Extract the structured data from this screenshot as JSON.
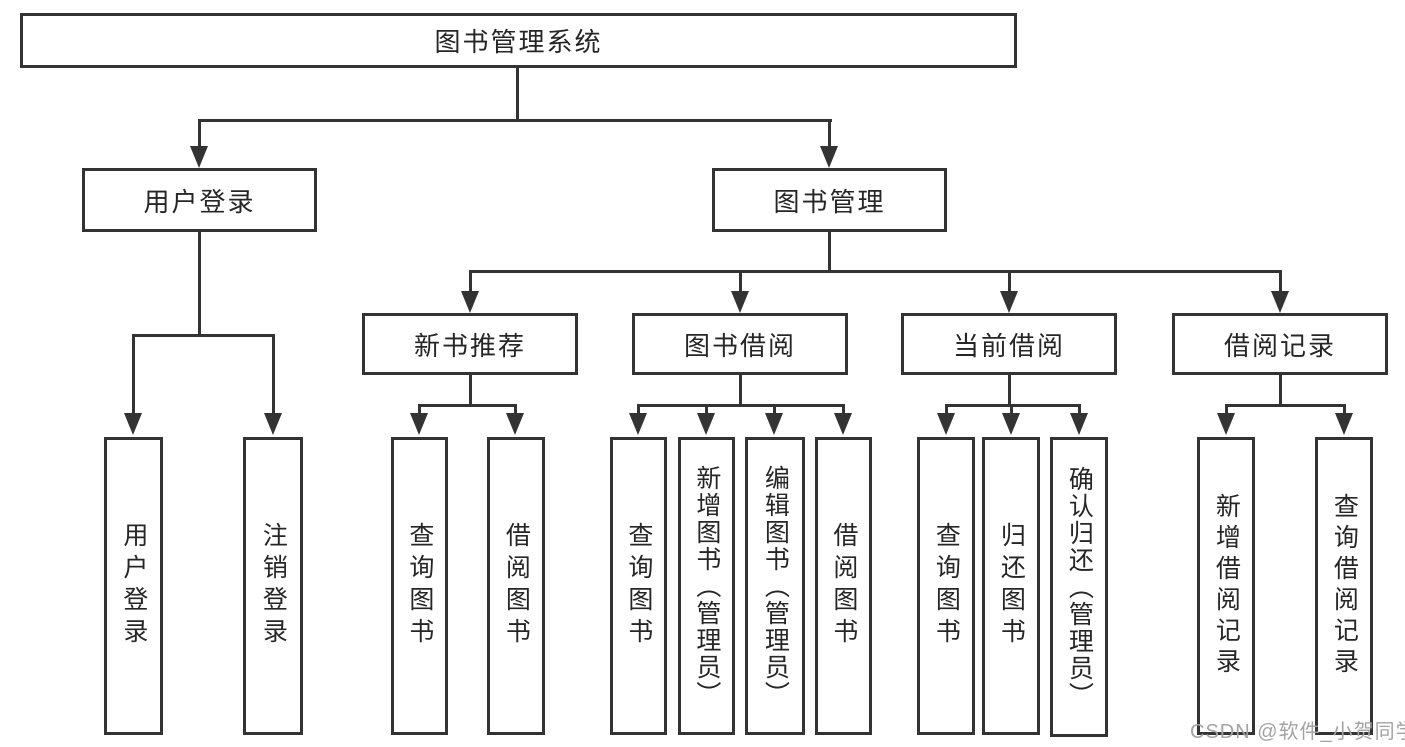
{
  "diagram_title": "图书管理系统",
  "nodes": {
    "root": "图书管理系统",
    "level2": [
      "用户登录",
      "图书管理"
    ],
    "level3": [
      "新书推荐",
      "图书借阅",
      "当前借阅",
      "借阅记录"
    ]
  },
  "leaves": {
    "user_login": [
      "用户登录",
      "注销登录"
    ],
    "new_book_recommendation": [
      "查询图书",
      "借阅图书"
    ],
    "book_borrowing": [
      "查询图书",
      "新增图书（管理员）",
      "编辑图书（管理员）",
      "借阅图书"
    ],
    "current_borrowing": [
      "查询图书",
      "归还图书",
      "确认归还（管理员）"
    ],
    "borrowing_records": [
      "新增借阅记录",
      "查询借阅记录"
    ]
  },
  "watermark": {
    "text": "CSDN @软件_小贺同学",
    "color": "#a3a3a3"
  },
  "colors": {
    "line": "#333333",
    "text": "#262626",
    "background": "#ffffff",
    "box_fill": "#ffffff"
  }
}
